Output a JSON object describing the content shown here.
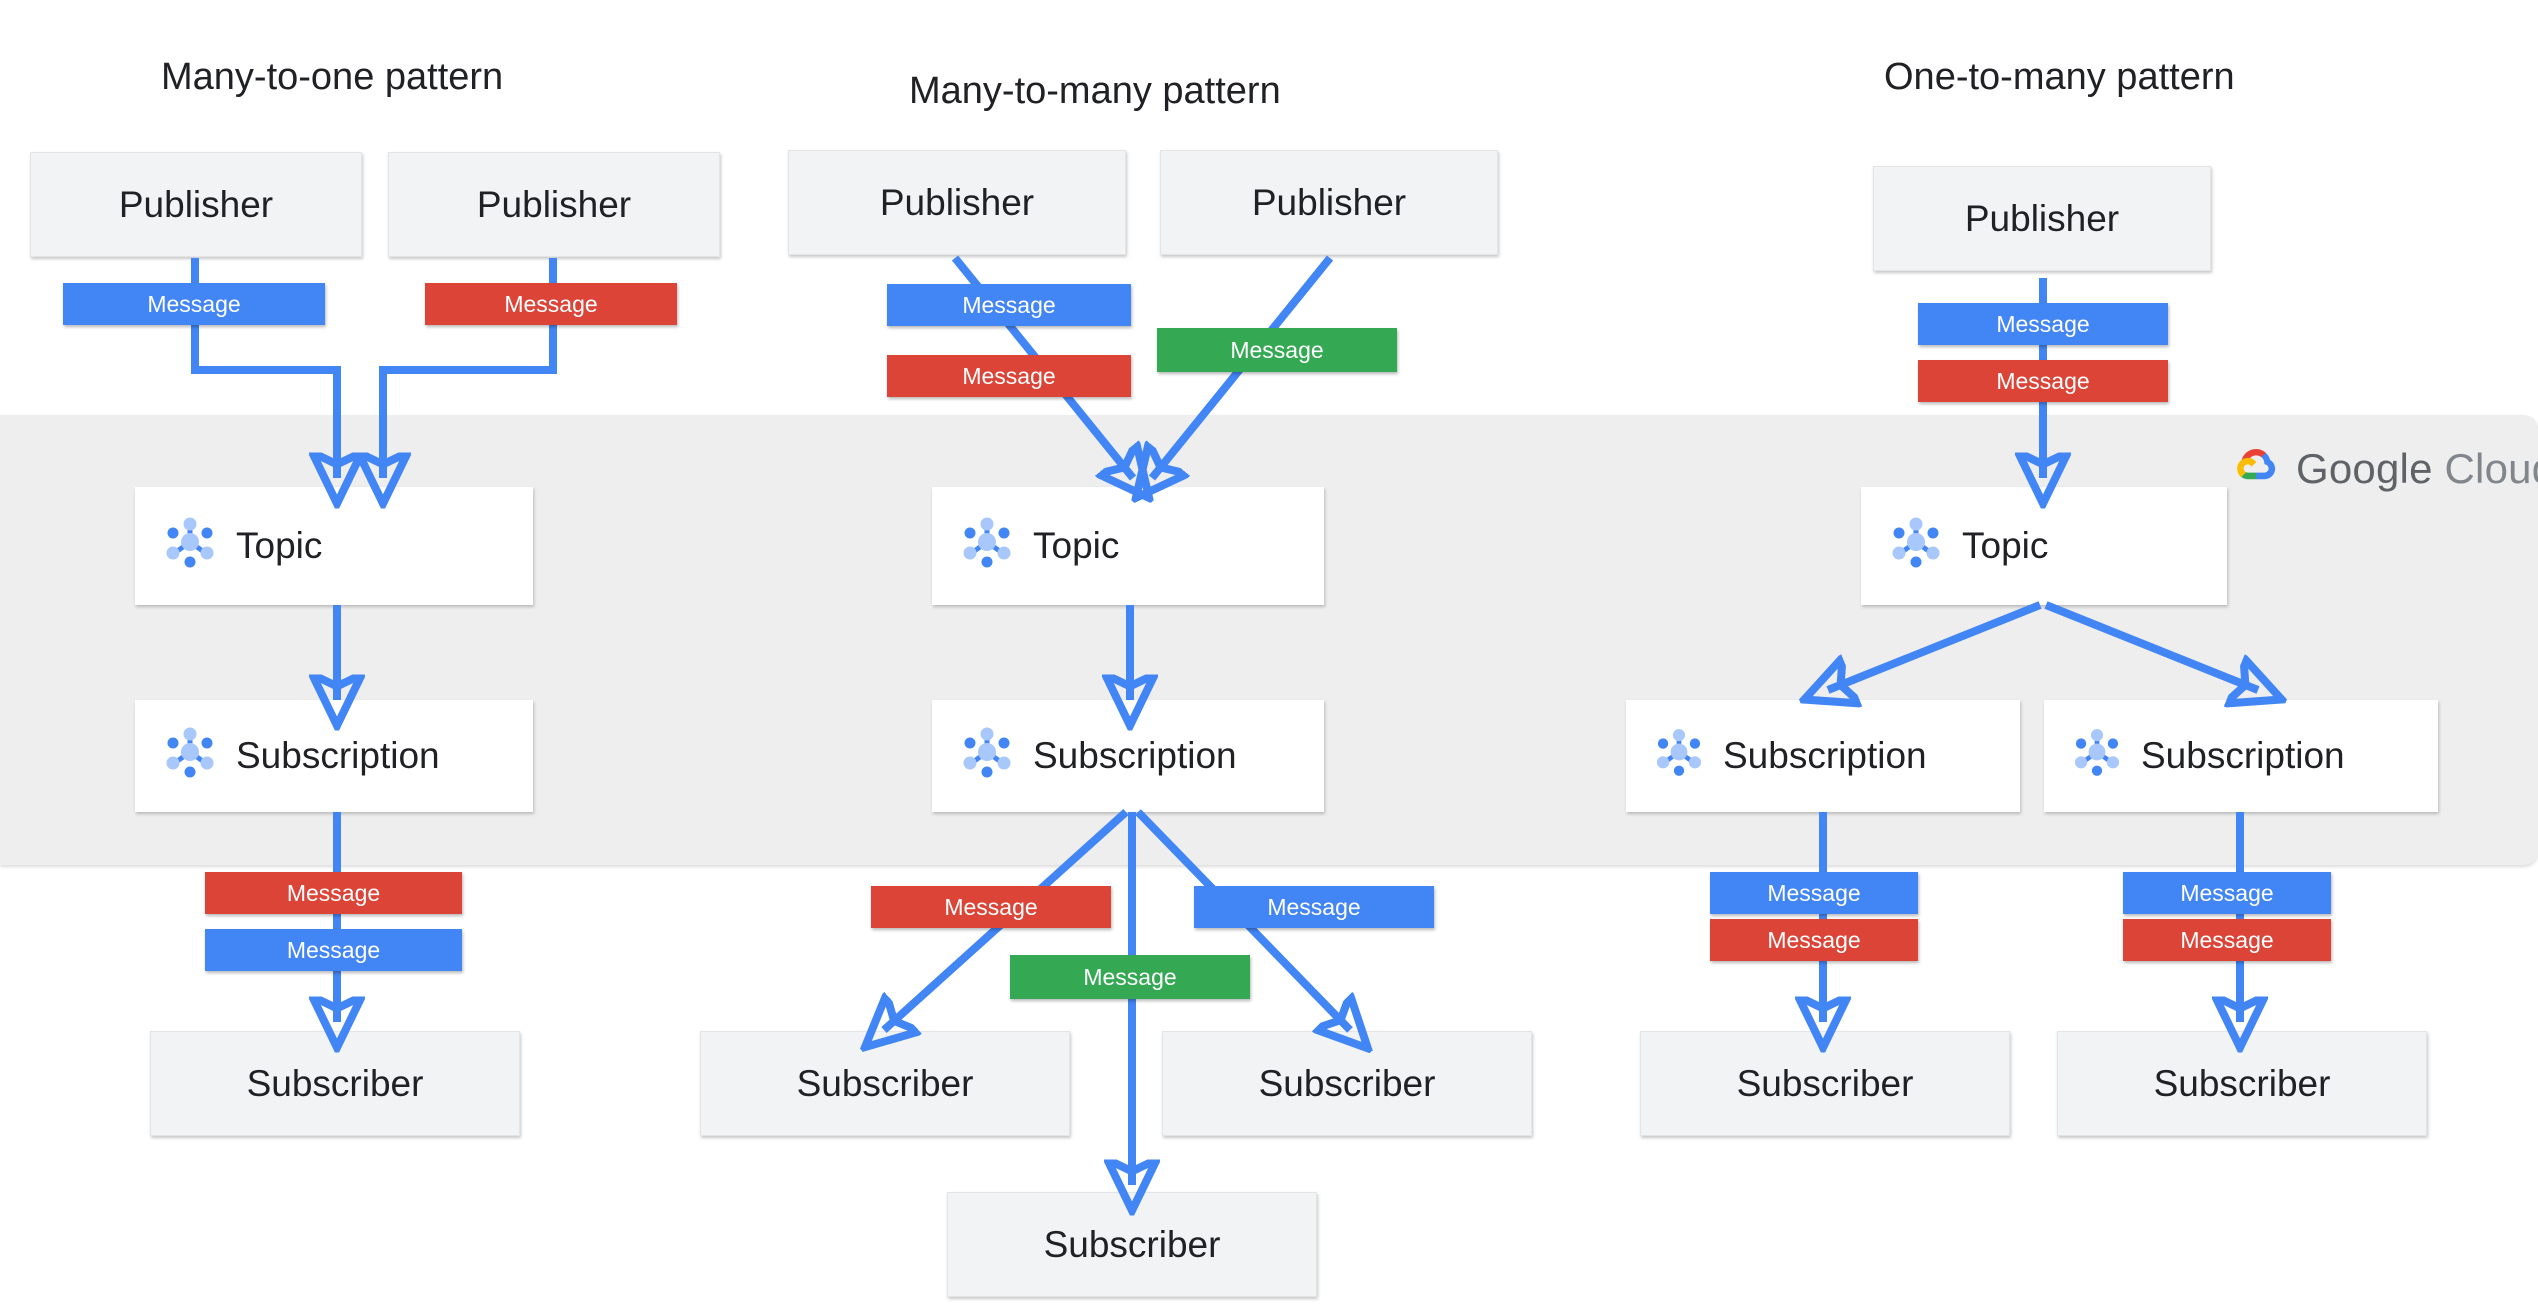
{
  "diagram": {
    "title_bar": {
      "brand_primary": "Google",
      "brand_secondary": "Cloud",
      "logo_icon": "google-cloud-logo-icon",
      "band_color": "#eeeeee"
    },
    "colors": {
      "blue": "#4285f4",
      "red": "#db4437",
      "green": "#34a853",
      "node_grey": "#f1f3f4",
      "node_white": "#ffffff",
      "band_grey": "#eeeeee",
      "text": "#202124",
      "brand_text": "#5f6368"
    },
    "labels": {
      "publisher": "Publisher",
      "subscriber": "Subscriber",
      "topic": "Topic",
      "subscription": "Subscription",
      "message": "Message",
      "icon_topic": "pubsub-topic-icon",
      "icon_subscription": "pubsub-subscription-icon"
    },
    "columns": [
      {
        "id": "many-to-one",
        "title": "Many-to-one pattern",
        "publishers": [
          "Publisher",
          "Publisher"
        ],
        "publisher_messages": [
          "Message",
          "Message"
        ],
        "publisher_message_colors": [
          "blue",
          "red"
        ],
        "topic": "Topic",
        "subscriptions": [
          "Subscription"
        ],
        "delivery_messages": [
          "Message",
          "Message"
        ],
        "delivery_message_colors": [
          "red",
          "blue"
        ],
        "subscribers": [
          "Subscriber"
        ]
      },
      {
        "id": "many-to-many",
        "title": "Many-to-many  pattern",
        "publishers": [
          "Publisher",
          "Publisher"
        ],
        "publisher_messages": [
          "Message",
          "Message",
          "Message"
        ],
        "publisher_message_colors": [
          "blue",
          "red",
          "green"
        ],
        "topic": "Topic",
        "subscriptions": [
          "Subscription"
        ],
        "delivery_messages": [
          "Message",
          "Message",
          "Message"
        ],
        "delivery_message_colors": [
          "red",
          "blue",
          "green"
        ],
        "subscribers": [
          "Subscriber",
          "Subscriber",
          "Subscriber"
        ]
      },
      {
        "id": "one-to-many",
        "title": "One-to-many pattern",
        "publishers": [
          "Publisher"
        ],
        "publisher_messages": [
          "Message",
          "Message"
        ],
        "publisher_message_colors": [
          "blue",
          "red"
        ],
        "topic": "Topic",
        "subscriptions": [
          "Subscription",
          "Subscription"
        ],
        "delivery_messages": [
          "Message",
          "Message",
          "Message",
          "Message"
        ],
        "delivery_message_colors": [
          "blue",
          "red",
          "blue",
          "red"
        ],
        "subscribers": [
          "Subscriber",
          "Subscriber"
        ]
      }
    ]
  }
}
